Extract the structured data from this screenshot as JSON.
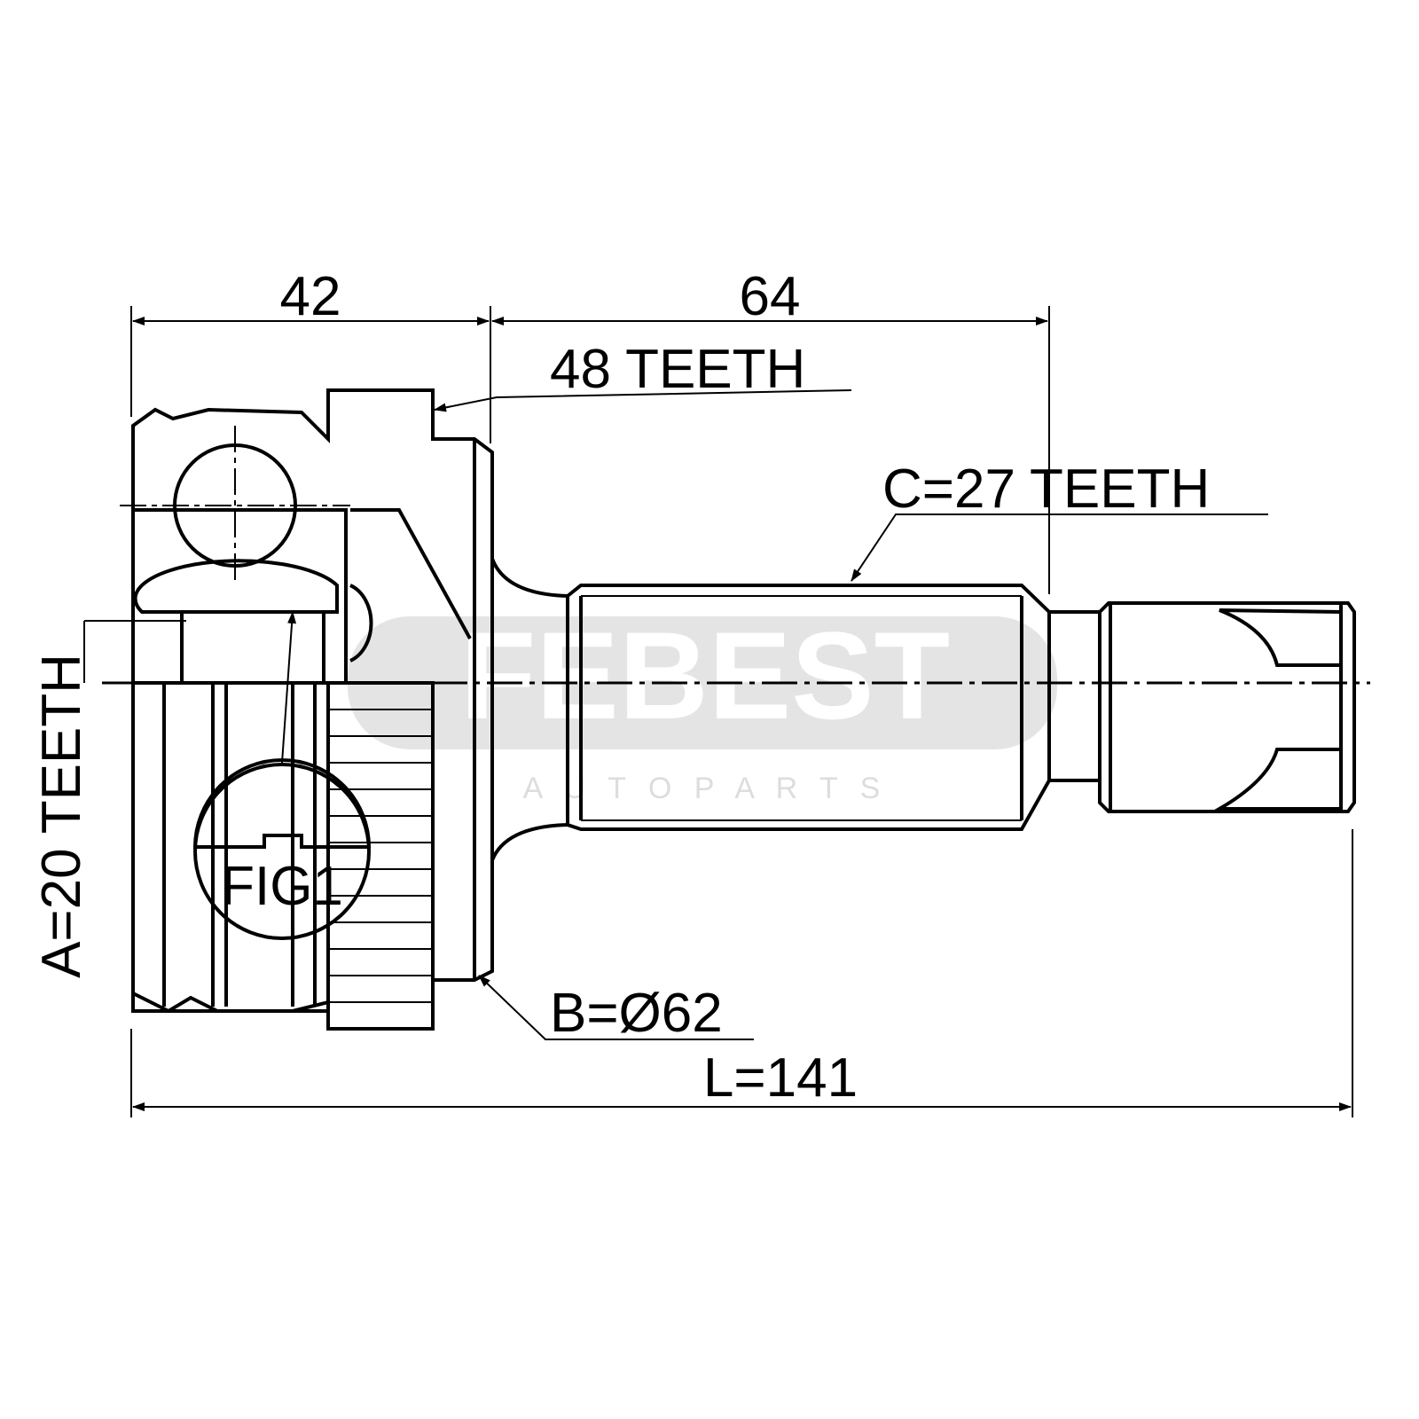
{
  "drawing": {
    "dim_top_left": "42",
    "dim_top_right": "64",
    "outer_teeth": "48 TEETH",
    "shaft_teeth": "C=27 TEETH",
    "inner_teeth": "A=20 TEETH",
    "diameter": "B=Ø62",
    "length": "L=141",
    "fig_label": "FIG1"
  },
  "watermark": {
    "brand": "FEBEST",
    "sub": "A U T O   P A R T S"
  }
}
